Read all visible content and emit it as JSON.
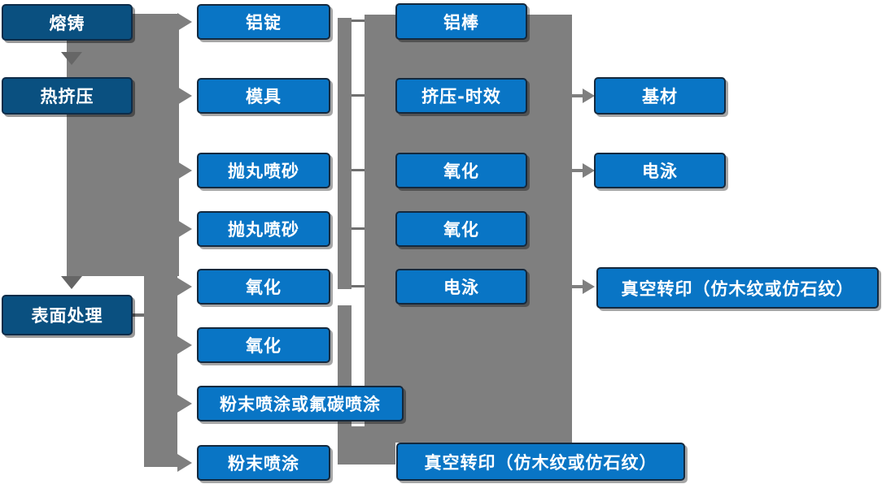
{
  "flowchart": {
    "title_hint": "aluminum-profile-production-process",
    "stages": {
      "melt_casting": "熔铸",
      "hot_extrusion": "热挤压",
      "surface_treatment": "表面处理"
    },
    "column2": [
      "铝锭",
      "模具",
      "抛丸喷砂",
      "抛丸喷砂",
      "氧化",
      "氧化",
      "粉末喷涂或氟碳喷涂",
      "粉末喷涂"
    ],
    "column3": [
      "铝棒",
      "挤压-时效",
      "氧化",
      "氧化",
      "电泳",
      "真空转印（仿木纹或仿石纹）"
    ],
    "column4": [
      "基材",
      "电泳",
      "真空转印（仿木纹或仿石纹）"
    ],
    "colors": {
      "stage_box_fill": "#0A5080",
      "process_box_fill": "#0975C5",
      "box_border": "#14293E",
      "connector_gray": "#7F7F7F",
      "arrow_down_gray": "#666666",
      "text": "#FFFFFF",
      "background": "#FFFFFF"
    }
  }
}
